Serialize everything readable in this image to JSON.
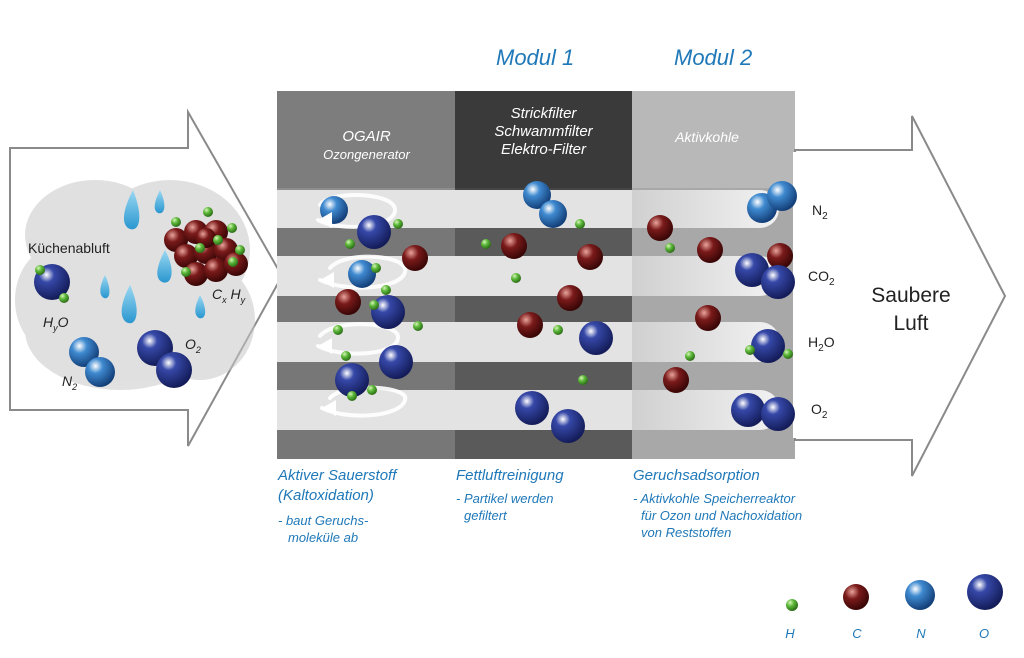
{
  "modules": {
    "m1": "Modul 1",
    "m2": "Modul 2"
  },
  "panels": {
    "ogair": [
      "OGAIR",
      "Ozongenerator"
    ],
    "filters": [
      "Strickfilter",
      "Schwammfilter",
      "Elektro-Filter"
    ],
    "carbon": "Aktivkohle"
  },
  "left": {
    "title": "Küchenabluft",
    "molecules": {
      "cxhy_c": "C",
      "cxhy_x": "x",
      "cxhy_h": "H",
      "cxhy_y": "y",
      "hyo_h": "H",
      "hyo_y": "y",
      "hyo_o": "O",
      "n2_n": "N",
      "n2_2": "2",
      "o2_o": "O",
      "o2_2": "2"
    }
  },
  "outputs": {
    "n2": [
      "N",
      "2"
    ],
    "co2": [
      "CO",
      "2"
    ],
    "h2o": [
      "H",
      "2",
      "O"
    ],
    "o2": [
      "O",
      "2"
    ]
  },
  "result": [
    "Saubere",
    "Luft"
  ],
  "captions": {
    "c1": {
      "head": [
        "Aktiver Sauerstoff",
        "(Kaltoxidation)"
      ],
      "body": [
        "- baut Geruchs-",
        "moleküle ab"
      ]
    },
    "c2": {
      "head": [
        "Fettluftreinigung"
      ],
      "body": [
        "- Partikel werden",
        "gefiltert"
      ]
    },
    "c3": {
      "head": [
        "Geruchsadsorption"
      ],
      "body": [
        "- Aktivkohle Speicherreaktor",
        "für Ozon und Nachoxidation",
        "von Reststoffen"
      ]
    }
  },
  "legend": [
    "H",
    "C",
    "N",
    "O"
  ],
  "colors": {
    "accent": "#1f78b8",
    "hydrogen": "#5cb83a",
    "carbon": "#7a1a1a",
    "nitrogen": "#2a6fb8",
    "oxygen": "#26378f"
  }
}
